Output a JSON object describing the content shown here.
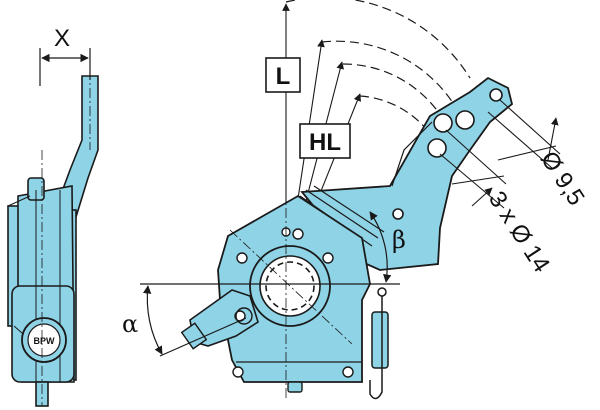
{
  "diagram": {
    "part_color": "#8fd3e6",
    "outline_color": "#1a1a1a",
    "labels": {
      "x": "X",
      "l": "L",
      "hl": "HL",
      "beta": "β",
      "alpha": "α",
      "diameter": "Ø 9,5",
      "holes": "3 x Ø 14"
    },
    "logo_text": "BPW"
  }
}
